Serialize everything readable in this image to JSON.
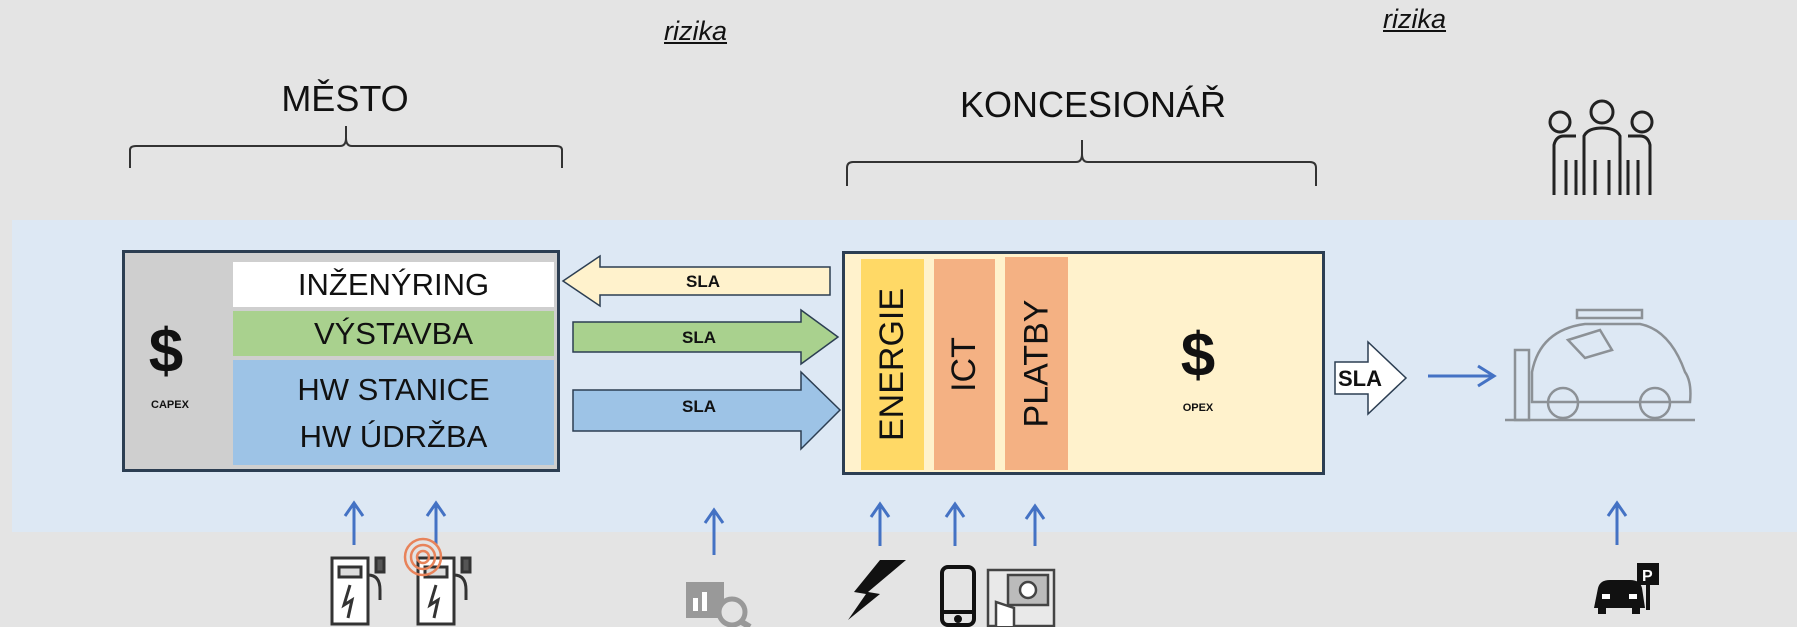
{
  "headings": {
    "left": "MĚSTO",
    "right": "KONCESIONÁŘ"
  },
  "risks": {
    "center": "rizika",
    "right": "rizika"
  },
  "city_box": {
    "engineering": "INŽENÝRING",
    "construction": "VÝSTAVBA",
    "hw_station": "HW STANICE",
    "hw_maintenance": "HW ÚDRŽBA",
    "currency": "$",
    "cost_label": "CAPEX"
  },
  "concessionaire_box": {
    "energy": "ENERGIE",
    "ict": "ICT",
    "payments": "PLATBY",
    "currency": "$",
    "cost_label": "OPEX"
  },
  "arrows": {
    "sla_top": "SLA",
    "sla_middle": "SLA",
    "sla_bottom": "SLA",
    "sla_customer": "SLA"
  },
  "colors": {
    "band": "#dde8f4",
    "engineering": "#ffffff",
    "construction": "#a9d18e",
    "hardware": "#9dc3e6",
    "energy": "#ffd966",
    "ict_payments": "#f4b183",
    "concessionaire_bg": "#fff2cc",
    "arrow_blue": "#4472c4"
  },
  "icons": {
    "users": "group-of-people-icon",
    "car": "electric-car-charging-icon",
    "chargers": "ev-charger-icon",
    "monitoring": "chart-search-icon",
    "energy": "lightning-icon",
    "ict": "smartphone-icon",
    "payments": "cash-payment-icon",
    "parking": "car-parking-icon"
  }
}
